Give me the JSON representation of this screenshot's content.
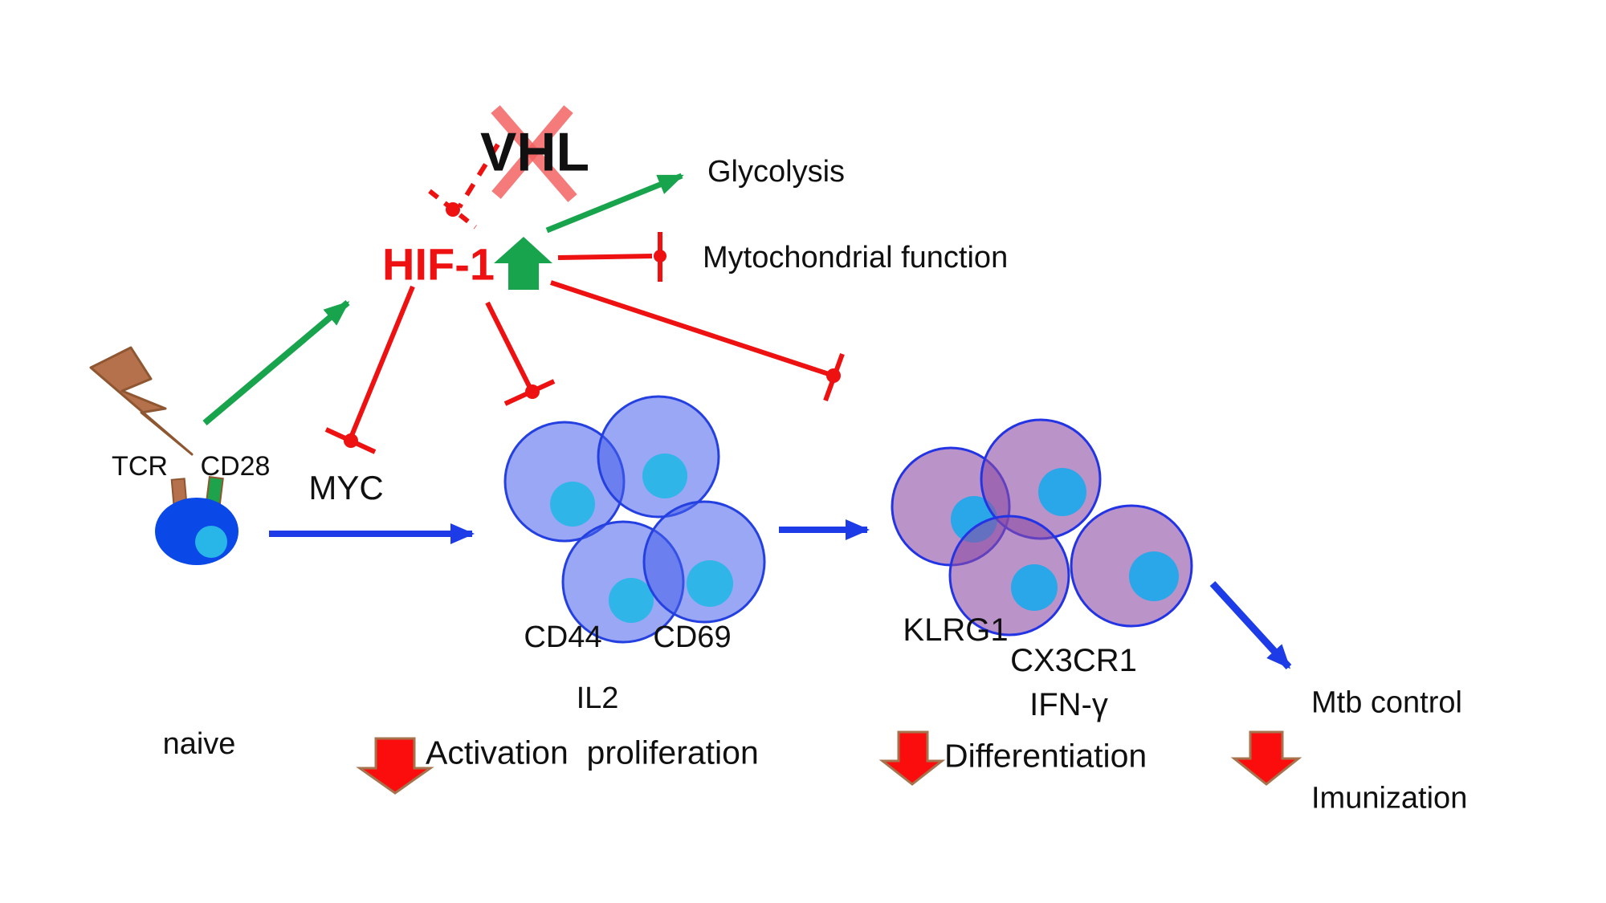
{
  "labels": {
    "vhl": "VHL",
    "hif1": "HIF-1",
    "glycolysis": "Glycolysis",
    "mito": "Mytochondrial function",
    "tcr": "TCR",
    "cd28": "CD28",
    "myc": "MYC",
    "naive": "naive",
    "cd44": "CD44",
    "cd69": "CD69",
    "il2": "IL2",
    "activation": "Activation  proliferation",
    "klrg1": "KLRG1",
    "cx3cr1": "CX3CR1",
    "ifng": "IFN-γ",
    "differentiation": "Differentiation",
    "mtb_line1": "Mtb control",
    "mtb_line2": "Imunization"
  },
  "colors": {
    "red": "#ee1111",
    "soft_red_x": "#f35f5f",
    "down_arrow_fill": "#fb0d0d",
    "down_arrow_outline": "#a5734d",
    "green": "#18a34d",
    "blue_arrow": "#1d3ce8",
    "naive_cell_fill": "#0a48e8",
    "activated_cell_fill": "rgba(70,95,235,0.55)",
    "differentiated_cell_fill": "rgba(140,75,165,0.6)",
    "cell_border": "#2540e0",
    "nucleus_cyan": "#2fb5e8",
    "bolt_brown": "#b5714b",
    "text": "#101010"
  },
  "icons": {
    "lightning": "lightning-bolt",
    "vhl_cross": "red-x-strikethrough",
    "hif1_up": "green-block-arrow-up",
    "outcome_down": "red-block-arrow-down",
    "activation_edge": "green-arrow",
    "progression_edge": "blue-arrow",
    "inhibition_edge": "red-tee-with-ball",
    "lost_inhibition_edge": "red-dashed-tee-with-ball"
  },
  "cell_groups": [
    {
      "name": "naive",
      "cells": 1,
      "markers": [
        "TCR",
        "CD28"
      ]
    },
    {
      "name": "activated",
      "cells": 4,
      "markers": [
        "CD44",
        "CD69",
        "IL2"
      ]
    },
    {
      "name": "differentiated",
      "cells": 4,
      "markers": [
        "KLRG1",
        "CX3CR1",
        "IFN-γ"
      ]
    }
  ],
  "relationships": [
    {
      "from": "TCR/CD28 stimulation",
      "to": "HIF-1",
      "type": "activation"
    },
    {
      "from": "VHL",
      "to": "HIF-1",
      "type": "inhibition (lost, VHL crossed out)"
    },
    {
      "from": "HIF-1",
      "to": "Glycolysis",
      "type": "activation"
    },
    {
      "from": "HIF-1",
      "to": "Mytochondrial function",
      "type": "inhibition"
    },
    {
      "from": "HIF-1",
      "to": "MYC",
      "type": "inhibition"
    },
    {
      "from": "HIF-1",
      "to": "activated cells",
      "type": "inhibition"
    },
    {
      "from": "HIF-1",
      "to": "differentiated cells",
      "type": "inhibition"
    },
    {
      "from": "naive cell",
      "to": "activated cells",
      "type": "progression"
    },
    {
      "from": "activated cells",
      "to": "differentiated cells",
      "type": "progression"
    },
    {
      "from": "differentiated cells",
      "to": "Mtb control / Imunization",
      "type": "progression"
    },
    {
      "outcome": "Activation  proliferation",
      "direction": "decreased"
    },
    {
      "outcome": "Differentiation",
      "direction": "decreased"
    },
    {
      "outcome": "Mtb control Imunization",
      "direction": "decreased"
    }
  ]
}
